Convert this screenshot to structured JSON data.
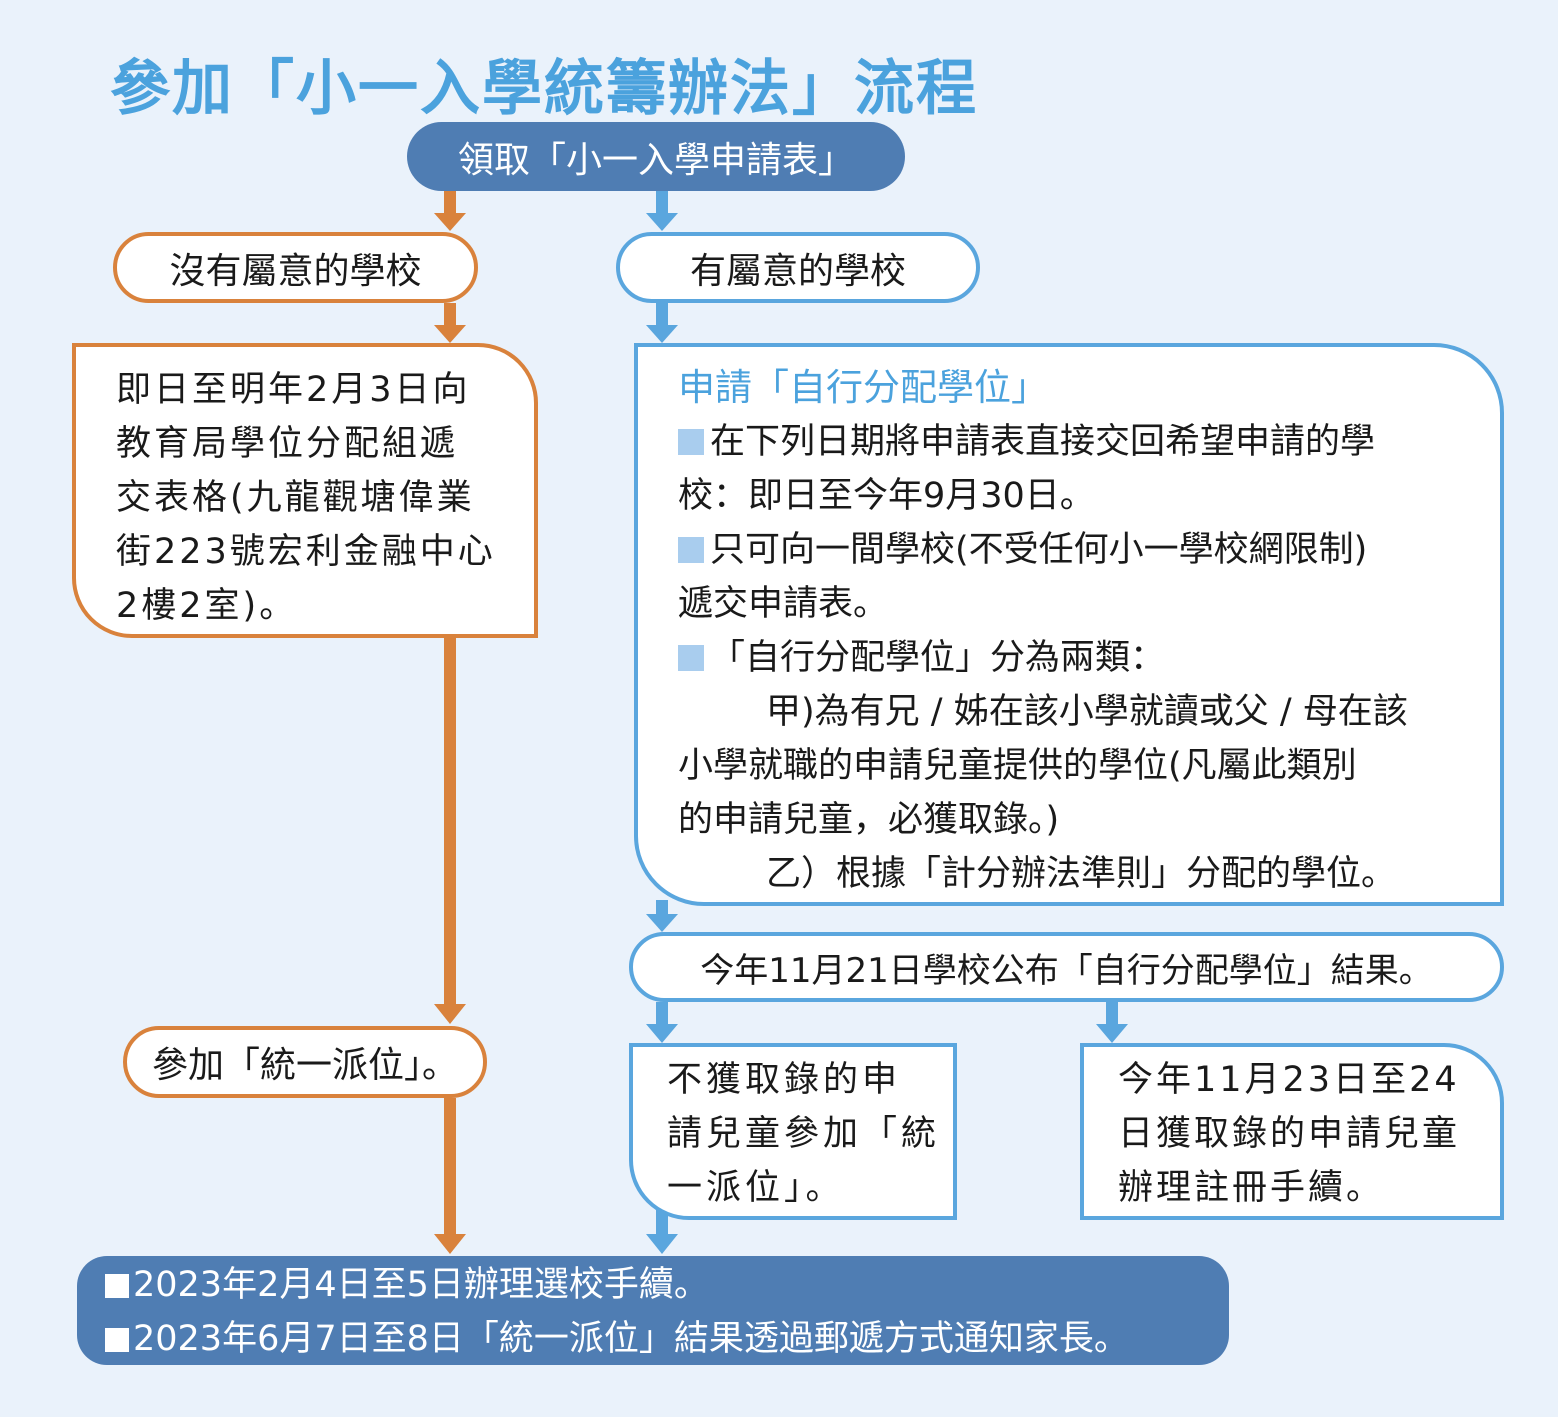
{
  "title": "參加「小一入學統籌辦法」流程",
  "colors": {
    "orange": "#d9823c",
    "blue": "#5aa6de",
    "dark_blue": "#4f7db3",
    "title": "#4ba2dd",
    "background": "#eaf2fb"
  },
  "start": "領取「小一入學申請表」",
  "left": {
    "choice": "沒有屬意的學校",
    "info_lines": [
      "即日至明年2月3日向",
      "教育局學位分配組遞",
      "交表格(九龍觀塘偉業",
      "街223號宏利金融中心",
      "2樓2室)。"
    ],
    "central": "參加「統一派位」。"
  },
  "right": {
    "choice": "有屬意的學校",
    "heading": "申請「自行分配學位」",
    "lines": [
      "在下列日期將申請表直接交回希望申請的學",
      "校：即日至今年9月30日。",
      "只可向一間學校(不受任何小一學校網限制)",
      "遞交申請表。",
      "「自行分配學位」分為兩類：",
      "甲)為有兄 / 姊在該小學就讀或父 / 母在該",
      "小學就職的申請兒童提供的學位(凡屬此類別",
      "的申請兒童，必獲取錄。)",
      "乙）根據「計分辦法準則」分配的學位。"
    ],
    "result": "今年11月21日學校公布「自行分配學位」結果。",
    "not_admitted_lines": [
      "不獲取錄的申",
      "請兒童參加「統",
      "一派位」。"
    ],
    "admitted_lines": [
      "今年11月23日至24",
      "日獲取錄的申請兒童",
      "辦理註冊手續。"
    ]
  },
  "final_lines": [
    "2023年2月4日至5日辦理選校手續。",
    "2023年6月7日至8日「統一派位」結果透過郵遞方式通知家長。"
  ]
}
